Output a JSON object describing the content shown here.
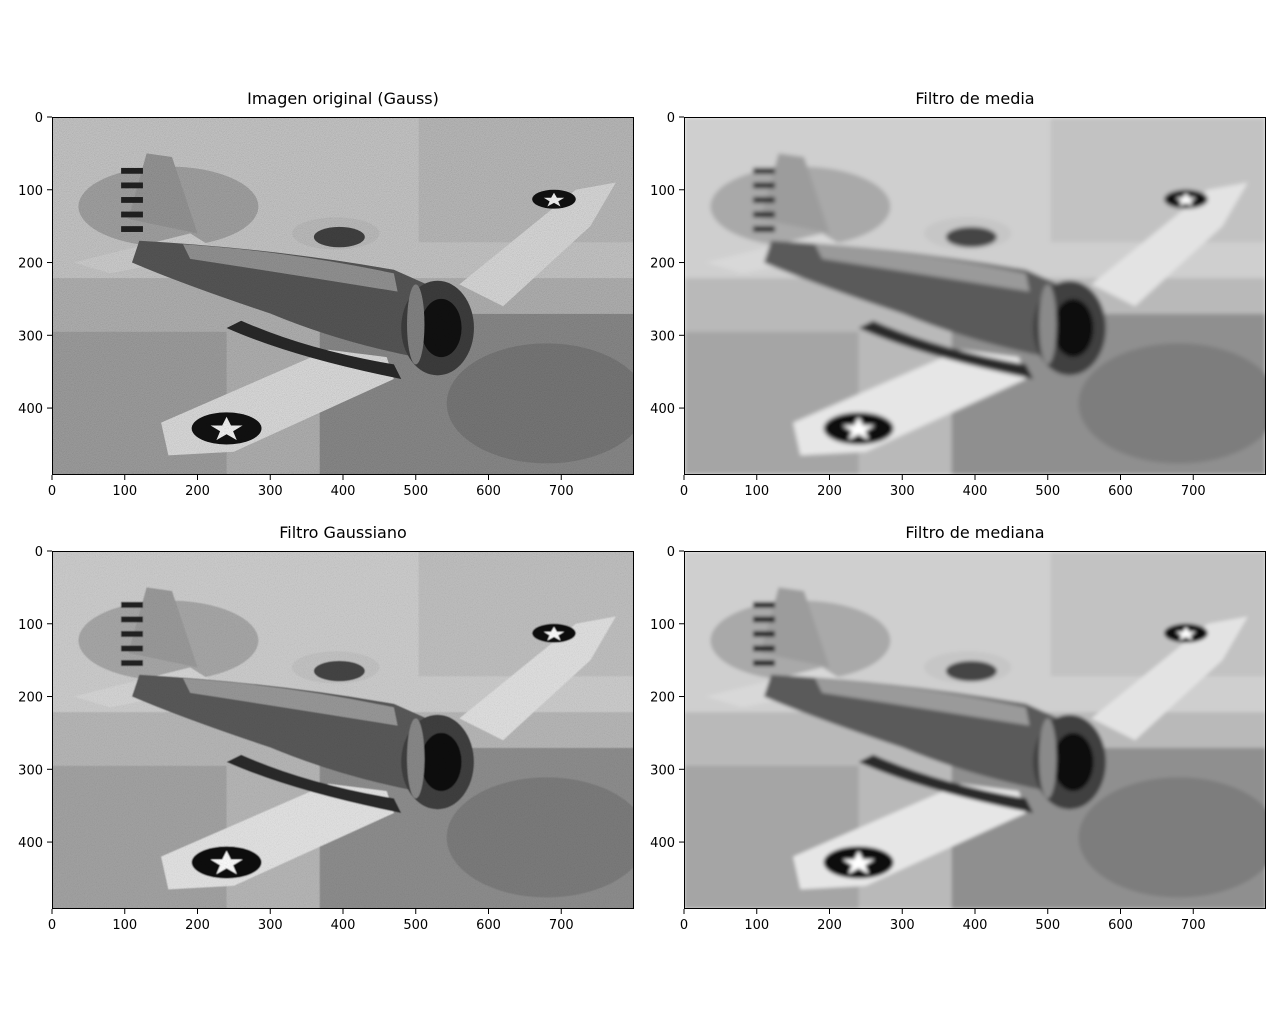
{
  "figure": {
    "panels": [
      {
        "id": "original",
        "title": "Imagen original (Gauss)",
        "noise": "heavy",
        "blur": 0
      },
      {
        "id": "mean",
        "title": "Filtro de media",
        "noise": "none",
        "blur": 2.2
      },
      {
        "id": "gaussian",
        "title": "Filtro Gaussiano",
        "noise": "medium",
        "blur": 0.6
      },
      {
        "id": "median",
        "title": "Filtro de mediana",
        "noise": "none",
        "blur": 1.8
      }
    ],
    "x_ticks": [
      "0",
      "100",
      "200",
      "300",
      "400",
      "500",
      "600",
      "700"
    ],
    "y_ticks": [
      "0",
      "100",
      "200",
      "300",
      "400"
    ],
    "image_extent": {
      "width": 800,
      "height": 492
    }
  }
}
